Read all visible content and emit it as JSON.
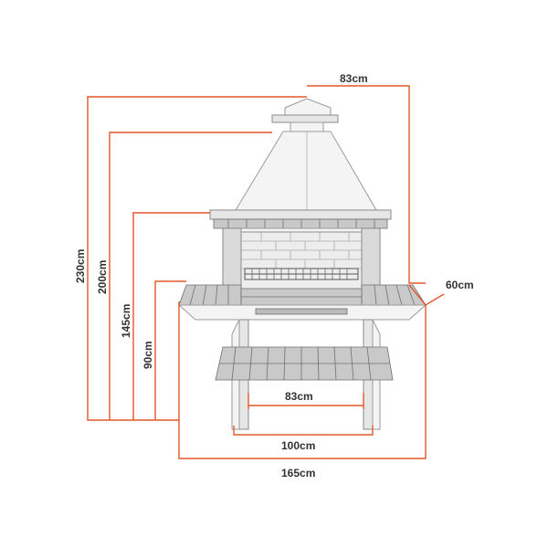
{
  "diagram": {
    "colors": {
      "dimension_line": "#e2572b",
      "label_text": "#333333",
      "brick": "#c9c9c9",
      "stucco": "#f4f4f4"
    },
    "dimensions": {
      "top_width": "83cm",
      "total_height": "230cm",
      "height_to_hood": "200cm",
      "height_to_firebox": "145cm",
      "counter_height": "90cm",
      "depth": "60cm",
      "shelf_inner_width": "83cm",
      "base_width": "100cm",
      "total_width": "165cm"
    }
  }
}
